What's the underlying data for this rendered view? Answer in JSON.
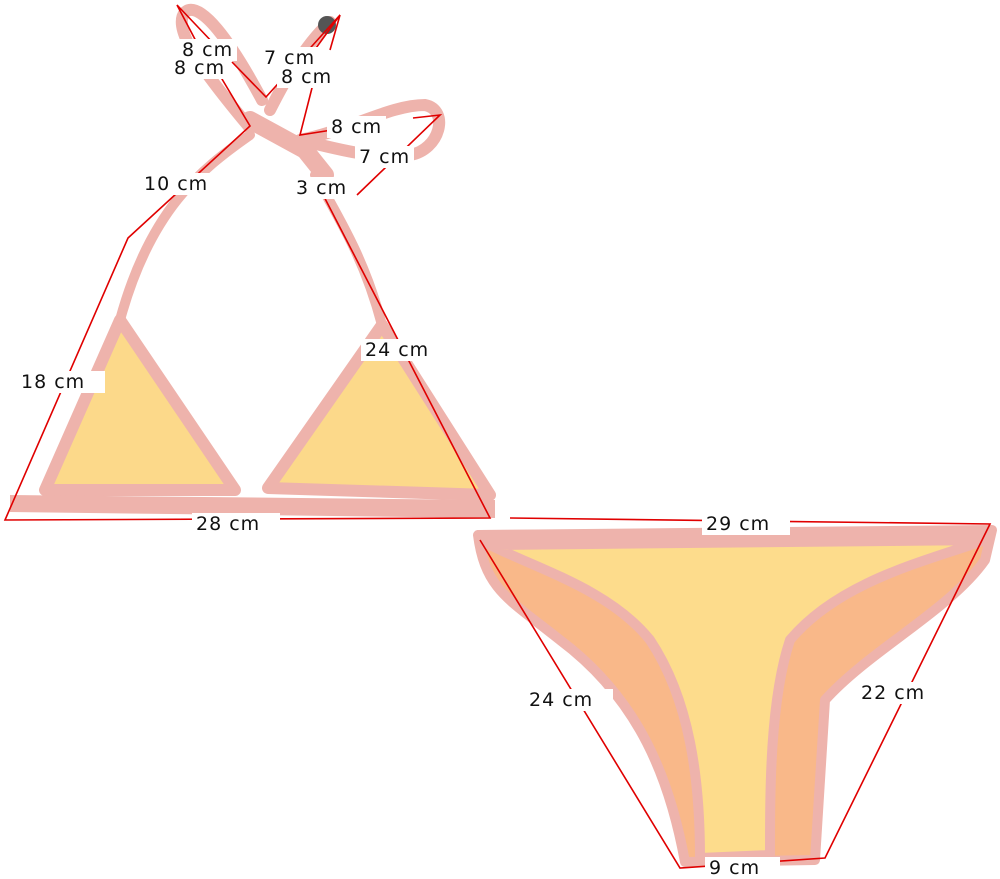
{
  "colors": {
    "strap": "#eeb3ac",
    "fabric_top": "#fcd98a",
    "fabric_bottom_front": "#fddc8c",
    "fabric_bottom_lining": "#f9b889",
    "measure_line": "#e00000"
  },
  "measurements": {
    "strap_loop_a": "8 cm",
    "strap_loop_b": "8 cm",
    "strap_end_a": "7 cm",
    "strap_end_b": "8 cm",
    "knot_tie": "8 cm",
    "right_loop": "7 cm",
    "knot_width": "3 cm",
    "neck_strap": "10 cm",
    "cup_side_left": "18 cm",
    "cup_side_right": "24 cm",
    "top_band_width": "28 cm",
    "bottom_waist_width": "29 cm",
    "bottom_side_left": "24 cm",
    "bottom_side_right": "22 cm",
    "bottom_crotch_width": "9 cm"
  }
}
